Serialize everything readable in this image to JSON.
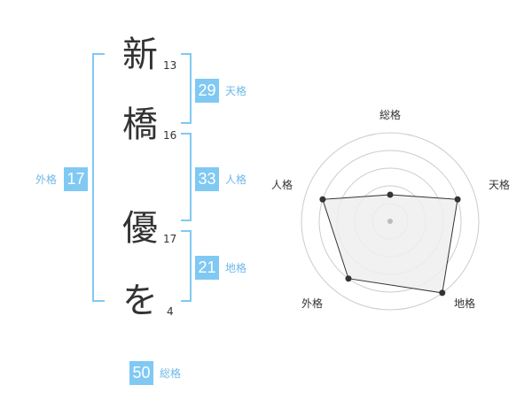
{
  "name": {
    "chars": [
      {
        "char": "新",
        "strokes": "13"
      },
      {
        "char": "橋",
        "strokes": "16"
      },
      {
        "char": "優",
        "strokes": "17"
      },
      {
        "char": "を",
        "strokes": "4"
      }
    ]
  },
  "kaku": {
    "tenkaku": {
      "value": "29",
      "label": "天格"
    },
    "jinkaku": {
      "value": "33",
      "label": "人格"
    },
    "chikaku": {
      "value": "21",
      "label": "地格"
    },
    "gaikaku": {
      "value": "17",
      "label": "外格"
    },
    "soukaku": {
      "value": "50",
      "label": "総格"
    }
  },
  "chart_data": {
    "type": "radar",
    "axes": [
      "総格",
      "天格",
      "地格",
      "外格",
      "人格"
    ],
    "levels": 5,
    "values": [
      1.5,
      4,
      5,
      4,
      4
    ],
    "max": 5,
    "colors": {
      "fill": "#eeeeee",
      "line": "#333333",
      "grid": "#cccccc",
      "center": "#bbbbbb"
    }
  },
  "colors": {
    "accent": "#7fc9f3",
    "label": "#6fb8e6",
    "text": "#333333"
  }
}
